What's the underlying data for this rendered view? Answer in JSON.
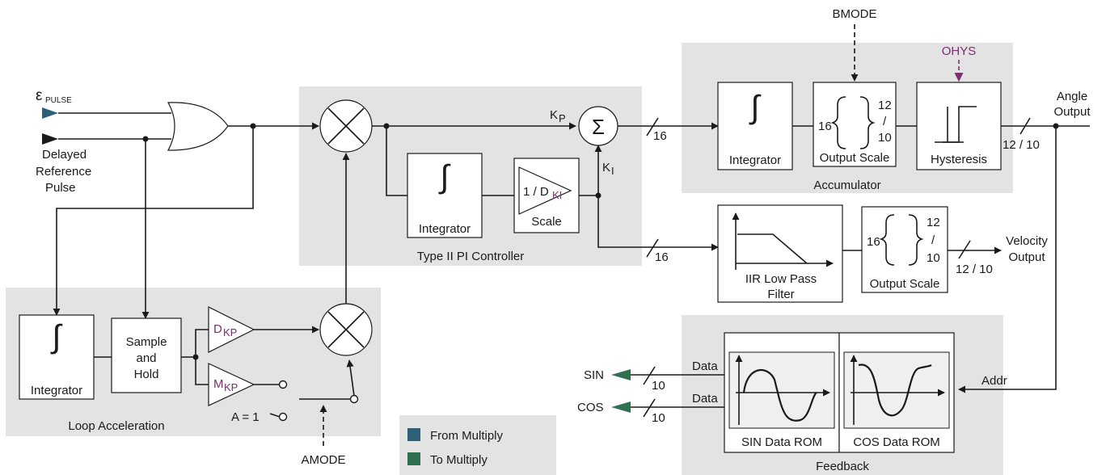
{
  "inputs": {
    "epsilon_pulse": "ε",
    "epsilon_sub": "PULSE",
    "delayed_reference_pulse": [
      "Delayed",
      "Reference",
      "Pulse"
    ]
  },
  "regions": {
    "pi_controller": "Type II  PI Controller",
    "accumulator": "Accumulator",
    "loop_acceleration": "Loop Acceleration",
    "feedback": "Feedback"
  },
  "blocks": {
    "integrator": "Integrator",
    "scale": "Scale",
    "output_scale": "Output Scale",
    "hysteresis": "Hysteresis",
    "sample_and_hold": [
      "Sample",
      "and",
      "Hold"
    ],
    "iir_filter": [
      "IIR Low Pass",
      "Filter"
    ],
    "sin_rom": "SIN Data ROM",
    "cos_rom": "COS Data ROM"
  },
  "symbols": {
    "integral": "∫",
    "sigma": "Σ",
    "brace_in": "16",
    "brace_out_top": "12",
    "brace_out_slash": "/",
    "brace_out_bottom": "10",
    "inv_scale_prefix": "1 / D",
    "inv_scale_sub": "KI",
    "kp": "K",
    "kp_sub": "P",
    "ki": "K",
    "ki_sub": "I",
    "dkp": "D",
    "dkp_sub": "KP",
    "mkp": "M",
    "mkp_sub": "KP",
    "a_equals_1": "A = 1"
  },
  "bus_widths": {
    "sum_out": "16",
    "ki_out": "16",
    "angle": "12 / 10",
    "velocity": "12 / 10",
    "sin_out": "10",
    "cos_out": "10"
  },
  "controls": {
    "bmode": "BMODE",
    "ohys": "OHYS",
    "amode": "AMODE"
  },
  "outputs": {
    "angle_output": [
      "Angle",
      "Output"
    ],
    "velocity_output": [
      "Velocity",
      "Output"
    ],
    "sin": "SIN",
    "cos": "COS",
    "data_sin": "Data",
    "data_cos": "Data",
    "addr": "Addr"
  },
  "legend": {
    "from_multiply": "From Multiply",
    "to_multiply": "To Multiply"
  },
  "colors": {
    "from_multiply": "#2e6178",
    "to_multiply": "#2f7050",
    "mode_purple": "#7a2e6e",
    "region_gray": "#e3e3e3"
  }
}
